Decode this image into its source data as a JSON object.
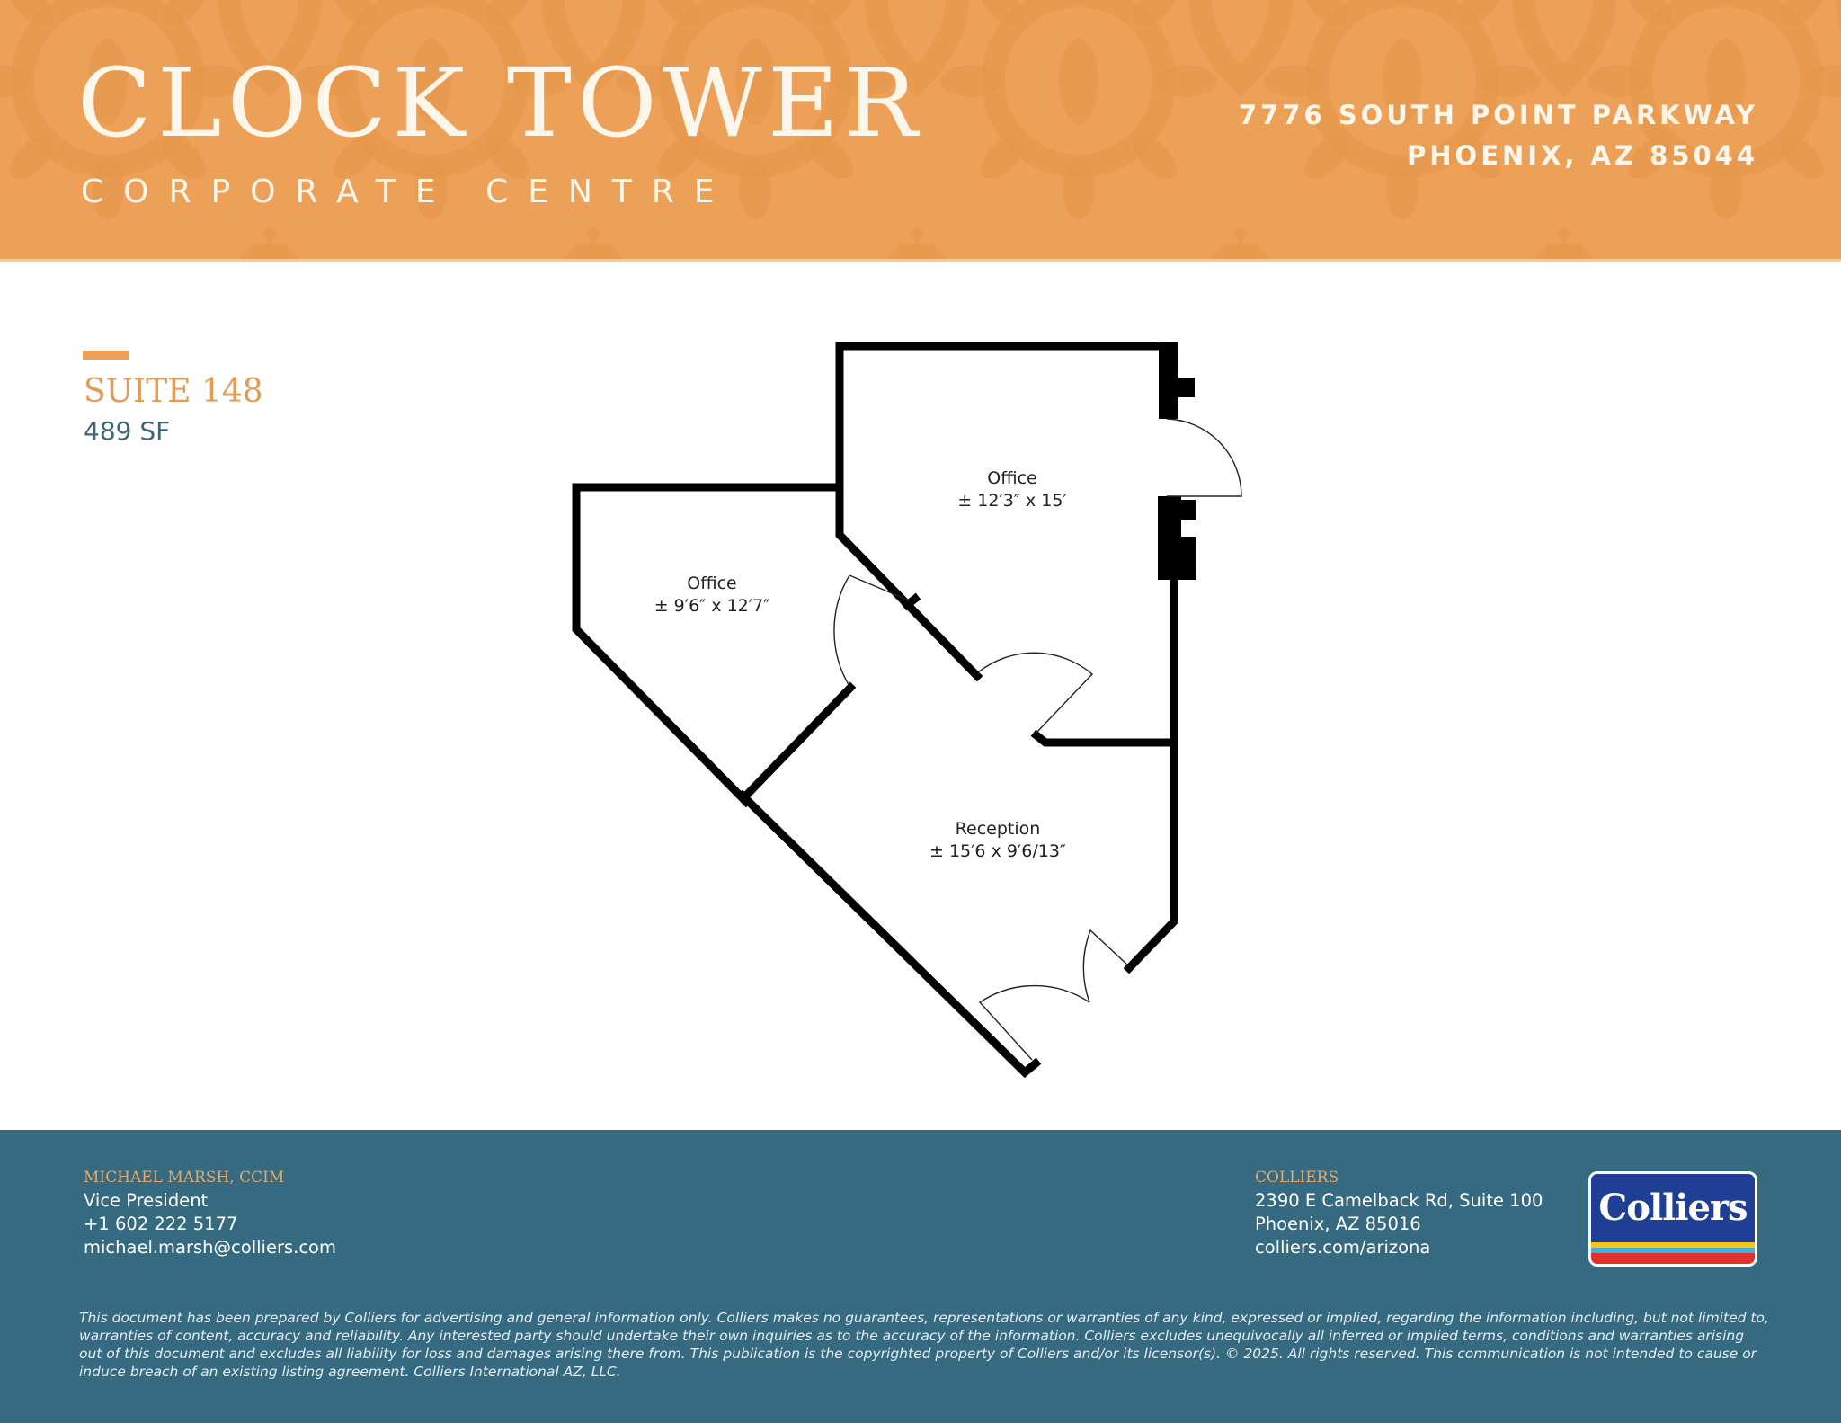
{
  "header": {
    "title": "CLOCK TOWER",
    "subtitle": "CORPORATE CENTRE",
    "address_line1": "7776 SOUTH POINT PARKWAY",
    "address_line2": "PHOENIX, AZ 85044",
    "background_color": "#eda158"
  },
  "suite": {
    "name": "SUITE 148",
    "area": "489 SF"
  },
  "floorplan": {
    "rooms": [
      {
        "name": "Office",
        "dimensions": "± 12′3″ x 15′"
      },
      {
        "name": "Office",
        "dimensions": "± 9′6″ x 12′7″"
      },
      {
        "name": "Reception",
        "dimensions": "± 15′6 x 9′6/13″"
      }
    ]
  },
  "footer": {
    "agent": {
      "name": "MICHAEL MARSH, CCIM",
      "title": "Vice President",
      "phone": "+1 602 222 5177",
      "email": "michael.marsh@colliers.com"
    },
    "company": {
      "name": "COLLIERS",
      "address_line1": "2390 E Camelback Rd, Suite 100",
      "address_line2": "Phoenix, AZ 85016",
      "website": "colliers.com/arizona"
    },
    "logo": {
      "text": "Colliers",
      "colors": {
        "background": "#1e3f93",
        "yellow": "#f6c61b",
        "cyan": "#3db0e0",
        "red": "#e0312a"
      }
    },
    "disclaimer": "This document has been prepared by Colliers for advertising and general information only. Colliers makes no guarantees, representations or warranties of any kind, expressed or implied, regarding the information including, but not limited to, warranties of content, accuracy and reliability. Any interested party should undertake their own inquiries as to the accuracy of the information. Colliers excludes unequivocally all inferred or implied terms, conditions and warranties arising out of this document and excludes all liability for loss and damages arising there from. This publication is the copyrighted property of Colliers and/or its licensor(s). © 2025. All rights reserved. This communication is not intended to cause or induce breach of an existing listing agreement. Colliers International AZ, LLC.",
    "background_color": "#366a81"
  }
}
